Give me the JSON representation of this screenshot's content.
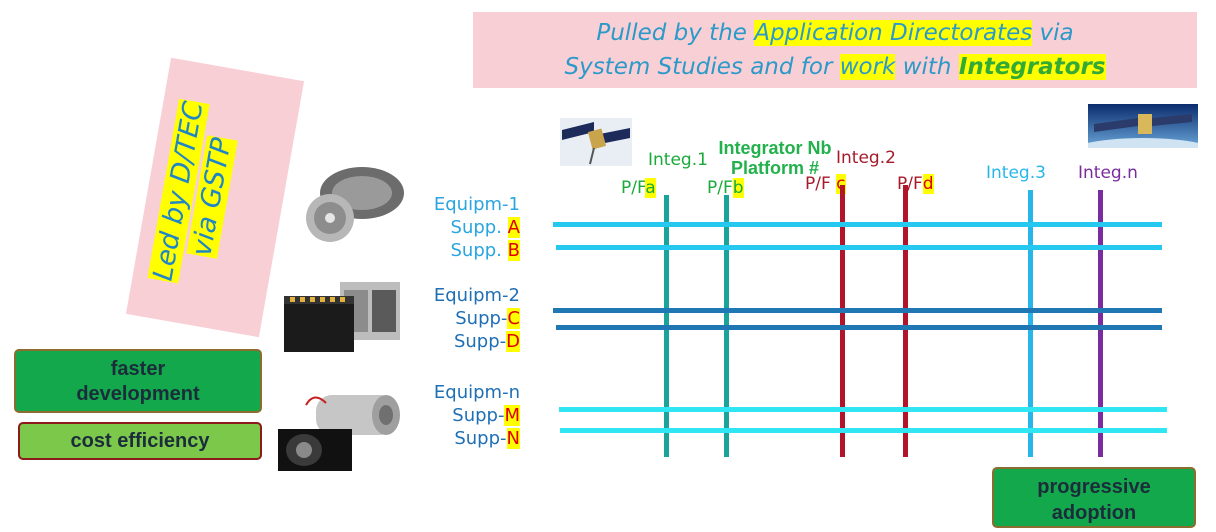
{
  "top_banner": {
    "p1": "Pulled by the ",
    "hl1": "Application Directorates",
    "p2": " via",
    "p3": "System Studies and for ",
    "hl2": "work",
    "p4": " with ",
    "hl3": "Integrators"
  },
  "left_banner": {
    "line1": "Led by D/TEC",
    "line2": "via GSTP"
  },
  "integrator_header": {
    "line1": "Integrator Nb",
    "line2": "Platform #"
  },
  "integrators": [
    {
      "label": "Integ.1",
      "color": "#1aaa3a"
    },
    {
      "label": "Integ.2",
      "color": "#a51b2b"
    },
    {
      "label": "Integ.3",
      "color": "#28b6ea"
    },
    {
      "label": "Integ.n",
      "color": "#7a2c9e"
    }
  ],
  "platforms": [
    {
      "prefix": "P/F",
      "suffix": "a"
    },
    {
      "prefix": "P/F",
      "suffix": "b"
    },
    {
      "prefix": "P/F ",
      "suffix": "c"
    },
    {
      "prefix": "P/F",
      "suffix": "d"
    }
  ],
  "equipment": [
    {
      "name": "Equipm-1",
      "supp1_prefix": "Supp. ",
      "supp1": "A",
      "supp2_prefix": "Supp. ",
      "supp2": "B",
      "color": "#2aa5e0"
    },
    {
      "name": "Equipm-2",
      "supp1_prefix": "Supp-",
      "supp1": "C",
      "supp2_prefix": "Supp-",
      "supp2": "D",
      "color": "#1f6fb5"
    },
    {
      "name": "Equipm-n",
      "supp1_prefix": "Supp-",
      "supp1": "M",
      "supp2_prefix": "Supp-",
      "supp2": "N",
      "color": "#1f6fb5"
    }
  ],
  "buttons": {
    "faster": "faster development",
    "cost": "cost efficiency",
    "progressive": "progressive adoption"
  },
  "colors": {
    "banner_pink": "#f9cfd6",
    "highlight": "#ffff00",
    "teal": "#1aa39a",
    "dark_red": "#b2142a",
    "sky_blue": "#28b6ea",
    "purple": "#7a2c9e",
    "cyan_line": "#25c8ef",
    "blue_line": "#1f78b4",
    "bright_cyan_line": "#2fe6f2",
    "button_green": "#13a84c",
    "button_light_green": "#7cc84a"
  },
  "icons": [
    "satellite-icon",
    "satellite-earth-icon",
    "reaction-wheel-photo",
    "battery-photo",
    "motor-photo"
  ]
}
